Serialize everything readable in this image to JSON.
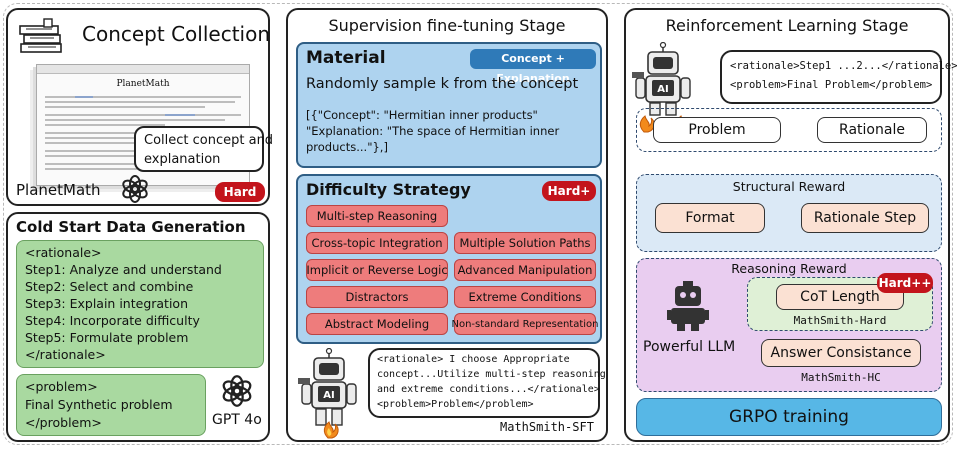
{
  "panel1": {
    "title": "Concept Collection",
    "page_heading": "PlanetMath",
    "source_label": "PlanetMath",
    "bubble_text": [
      "Collect concept and",
      "explanation"
    ],
    "badge": "Hard"
  },
  "panel2": {
    "title": "Cold Start Data Generation",
    "steps": [
      "<rationale>",
      "Step1:  Analyze and understand",
      "Step2: Select and combine",
      "Step3: Explain integration",
      "Step4: Incorporate difficulty",
      "Step5: Formulate problem",
      "</rationale>"
    ],
    "problem": [
      "<problem>",
      "Final Synthetic problem",
      "</problem>"
    ],
    "model_label": "GPT 4o"
  },
  "panel3": {
    "title": "Supervision fine-tuning Stage",
    "material_title": "Material",
    "material_tag": "Concept + Explanation",
    "material_desc": "Randomly sample k from the concept",
    "material_example": [
      "[{\"Concept\": \"Hermitian inner products\"",
      "  \"Explanation: \"The space of Hermitian inner",
      "products...\"},]"
    ],
    "difficulty_title": "Difficulty Strategy",
    "difficulty_badge": "Hard+",
    "strategies": [
      "Multi-step Reasoning",
      "Cross-topic Integration",
      "Multiple Solution Paths",
      "Implicit or Reverse Logic",
      "Advanced Manipulation",
      "Distractors",
      "Extreme Conditions",
      "Abstract Modeling",
      "Non-standard Representation"
    ],
    "bubble": [
      "<rationale> I choose Appropriate",
      "concept...Utilize multi-step reasoning",
      "and extreme conditions...</rationale>",
      "<problem>Problem</problem>"
    ],
    "robot_label": "AI",
    "footer": "MathSmith-SFT"
  },
  "panel4": {
    "title": "Reinforcement Learning Stage",
    "bubble": [
      "<rationale>Step1 ...2...</rationale>",
      "<problem>Final Problem</problem>"
    ],
    "robot_label": "AI",
    "problem": "Problem",
    "rationale": "Rationale",
    "structural_title": "Structural Reward",
    "format": "Format",
    "rationale_step": "Rationale Step",
    "reasoning_title": "Reasoning Reward",
    "reasoning_badge": "Hard++",
    "cot": "CoT Length",
    "hard_label": "MathSmith-Hard",
    "llm": "Powerful LLM",
    "answer": "Answer Consistance",
    "hc_label": "MathSmith-HC",
    "grpo": "GRPO training"
  },
  "colors": {
    "material_bg": "#aed3ef",
    "material_border": "#2f5e85",
    "tag_bg": "#2f7ab8",
    "red": "#c3141c",
    "pill_red": "#ee7c7c",
    "green": "#a9d9a0",
    "peach": "#fbe1d3",
    "purple": "#e9cdf0",
    "grpo": "#57b7e6"
  }
}
